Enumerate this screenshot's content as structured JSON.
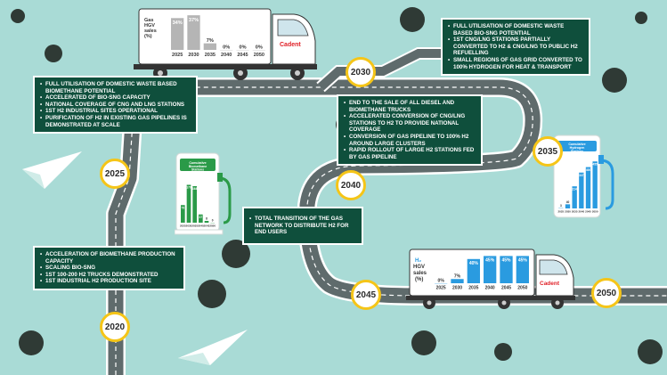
{
  "years": [
    "2020",
    "2025",
    "2030",
    "2035",
    "2040",
    "2045",
    "2050"
  ],
  "panels": {
    "p2020": [
      "Acceleration of biomethane production capacity",
      "Scaling Bio-SNG",
      "1st 100-200 H2 trucks demonstrated",
      "1st industrial H2 production site"
    ],
    "p2025": [
      "Full utilisation of domestic waste based biomethane potential",
      "Accelerated of Bio-SNG capacity",
      "National coverage of CNG and LNG stations",
      "1st H2 industrial sites operational",
      "Purification of H2 in existing gas pipelines is demonstrated at scale"
    ],
    "p2030": [
      "Full utilisation of domestic waste based Bio-SNG potential",
      "1st CNG/LNG stations partially converted to H2 & CNG/LNG to public H2 refuelling",
      "Small regions of gas grid converted to 100% hydrogen for heat & transport"
    ],
    "p2035": [
      "End to the sale of all diesel and biomethane trucks",
      "Accelerated conversion of CNG/LNG stations to H2 to provide national coverage",
      "Conversion of gas pipeline to 100% H2 around large clusters",
      "Rapid rollout of large H2 stations fed by gas pipeline"
    ],
    "p2040": [
      "Total transition of the gas network to distribute H2 for end users"
    ]
  },
  "truck_top": {
    "brand": "Cadent",
    "title": "Gas HGV sales (%)",
    "chart_data": {
      "type": "bar",
      "title": "Gas HGV sales (%)",
      "categories": [
        "2025",
        "2030",
        "2035",
        "2040",
        "2045",
        "2050"
      ],
      "values": [
        34,
        37,
        7,
        0,
        0,
        0
      ],
      "labels": [
        "34%",
        "37%",
        "7%",
        "0%",
        "0%",
        "0%"
      ],
      "ylim": [
        0,
        40
      ],
      "color": "#b5b5b5"
    }
  },
  "truck_bottom": {
    "brand": "Cadent",
    "title": "H2 HGV sales (%)",
    "chart_data": {
      "type": "bar",
      "title": "H2 HGV sales (%)",
      "categories": [
        "2025",
        "2030",
        "2035",
        "2040",
        "2045",
        "2050"
      ],
      "values": [
        0,
        7,
        40,
        45,
        45,
        45
      ],
      "labels": [
        "0%",
        "7%",
        "40%",
        "45%",
        "45%",
        "45%"
      ],
      "ylim": [
        0,
        50
      ],
      "color": "#2a9be0"
    }
  },
  "biomethane": {
    "title": "Cumulative Biomethane Stations",
    "chart_data": {
      "type": "bar",
      "title": "Cumulative Biomethane Stations",
      "categories": [
        "2025",
        "2030",
        "2035",
        "2040",
        "2045",
        "2050"
      ],
      "values": [
        79,
        170,
        164,
        37,
        8,
        0
      ],
      "labels": [
        "79",
        "170",
        "164",
        "37",
        "8",
        "0"
      ],
      "ylim": [
        0,
        200
      ],
      "color": "#2a9a48"
    }
  },
  "hydrogen": {
    "title": "Cumulative Hydrogen Stations",
    "chart_data": {
      "type": "bar",
      "title": "Cumulative Hydrogen Stations",
      "categories": [
        "2025",
        "2030",
        "2035",
        "2040",
        "2045",
        "2050"
      ],
      "values": [
        3,
        40,
        214,
        347,
        400,
        455
      ],
      "labels": [
        "3",
        "40",
        "214",
        "347",
        "400",
        "455"
      ],
      "ylim": [
        0,
        500
      ],
      "color": "#2a9be0"
    }
  }
}
